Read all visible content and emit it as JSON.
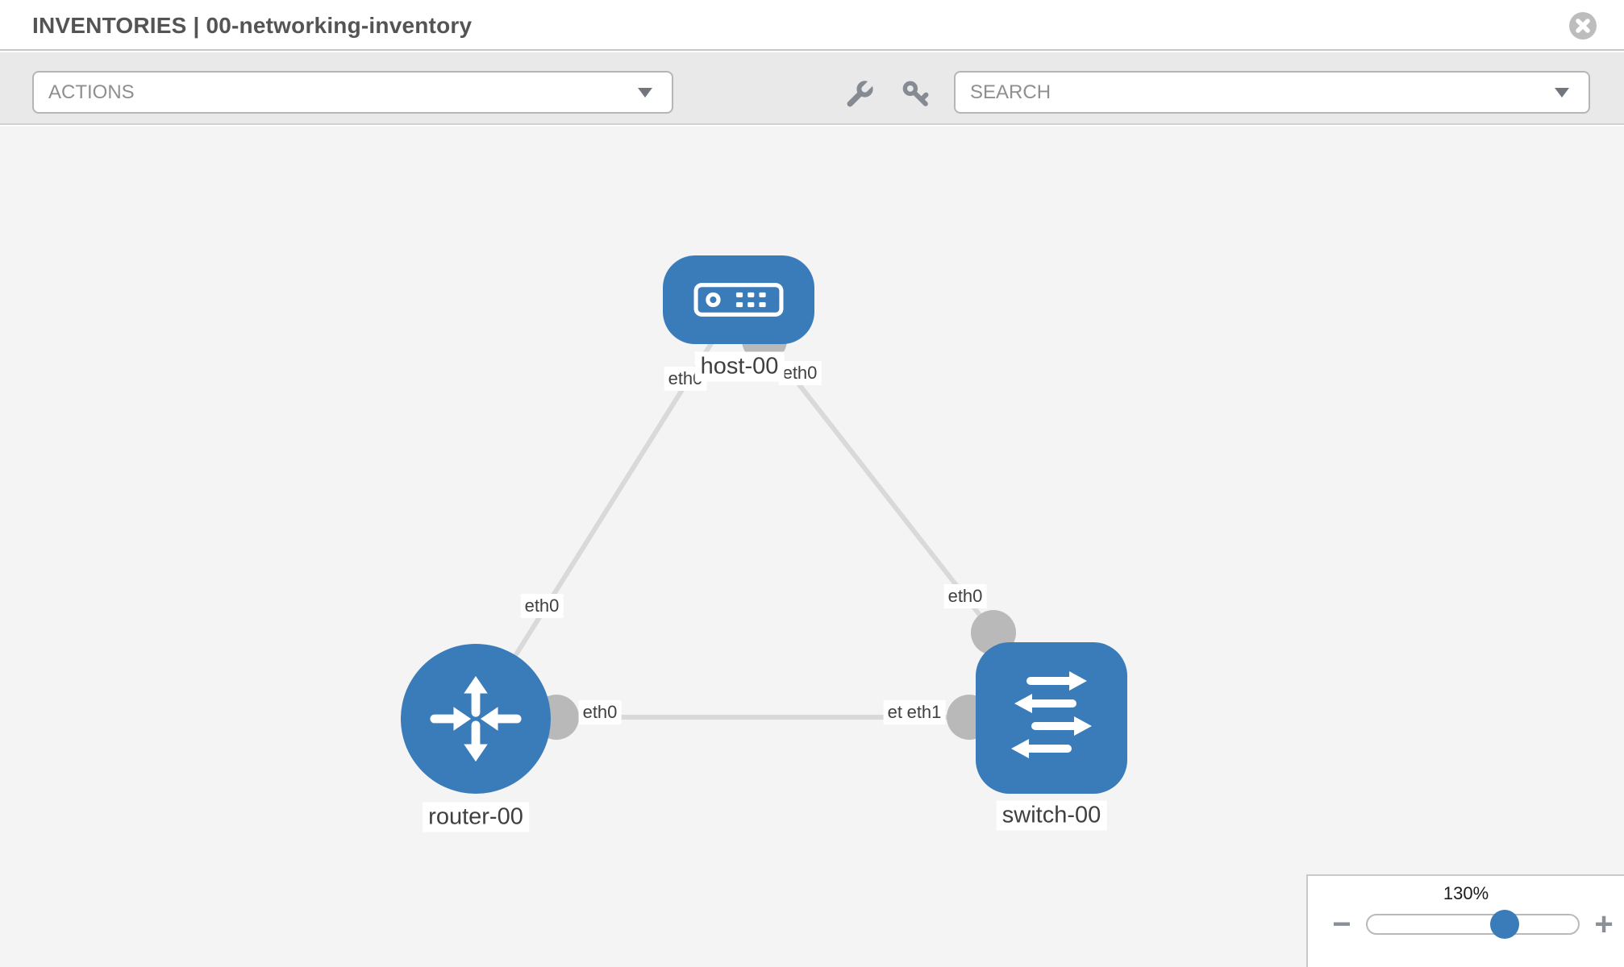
{
  "header": {
    "title": "INVENTORIES | 00-networking-inventory"
  },
  "toolbar": {
    "actions_label": "ACTIONS",
    "search_label": "SEARCH",
    "icons": [
      "wrench-icon",
      "key-icon",
      "chevron-down-icon"
    ]
  },
  "diagram": {
    "nodes": [
      {
        "id": "host-00",
        "label": "host-00",
        "type": "host",
        "shape": "rounded-rectangle",
        "icon": "host-icon"
      },
      {
        "id": "router-00",
        "label": "router-00",
        "type": "router",
        "shape": "circle",
        "icon": "router-icon"
      },
      {
        "id": "switch-00",
        "label": "switch-00",
        "type": "switch",
        "shape": "rounded-square",
        "icon": "switch-icon"
      }
    ],
    "edges": [
      {
        "from": "host-00",
        "to": "router-00",
        "from_interface": "eth0",
        "to_interface": "eth0"
      },
      {
        "from": "host-00",
        "to": "switch-00",
        "from_interface": "eth0",
        "to_interface": "eth0"
      },
      {
        "from": "router-00",
        "to": "switch-00",
        "from_interface": "eth0",
        "to_interface": "eth1"
      }
    ],
    "interface_labels": {
      "host_to_router": "eth0",
      "host_to_switch": "eth0",
      "router_to_host": "eth0",
      "router_to_switch": "eth0",
      "switch_to_host": "eth0",
      "switch_to_router_back": "eth1",
      "switch_to_router_front": "eth1"
    }
  },
  "zoom_control": {
    "level": "130%",
    "zoom_out_label": "−",
    "zoom_in_label": "+"
  },
  "colors": {
    "node_blue": "#3a7cb9",
    "edge_gray": "#d9d9d9",
    "connector_gray": "#b9b9b9",
    "toolbar_bg": "#e9e9e9",
    "canvas_bg": "#f4f4f4",
    "title_text": "#545454"
  }
}
